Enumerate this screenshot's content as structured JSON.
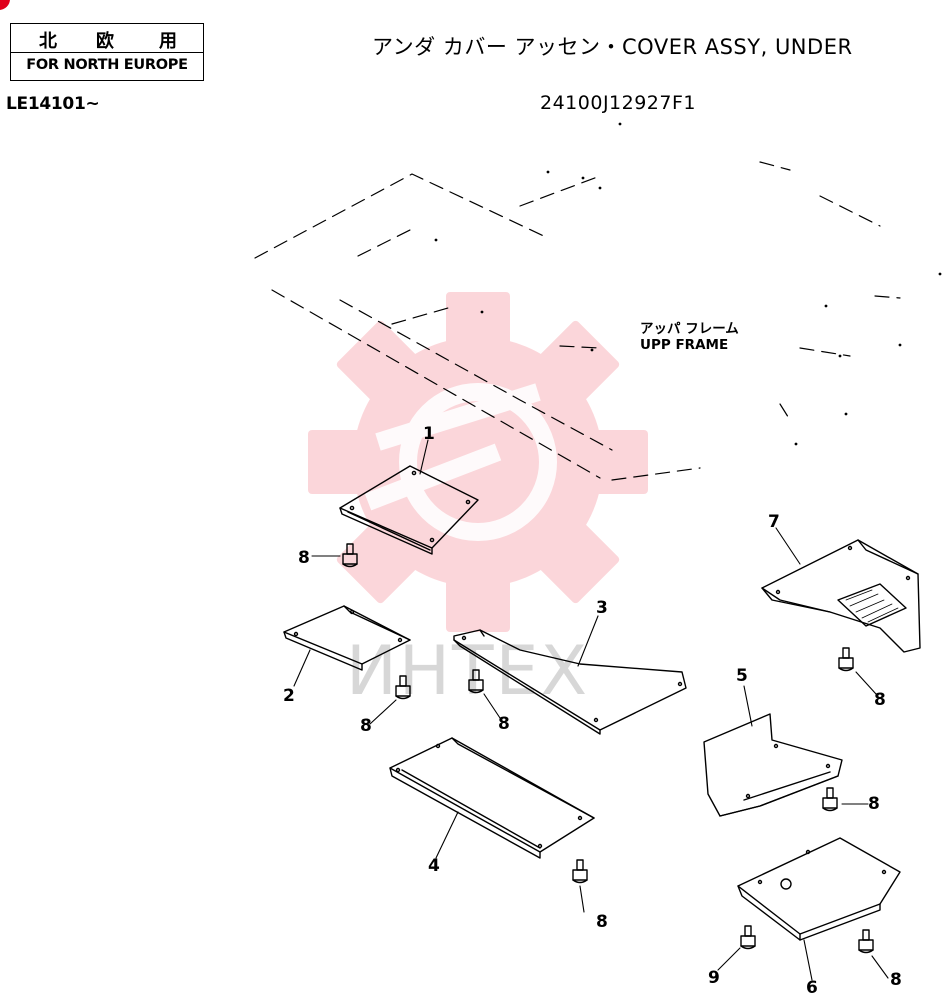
{
  "header": {
    "region_jp": [
      "北",
      "欧",
      "用"
    ],
    "region_en": "FOR NORTH EUROPE",
    "serial": "LE14101~",
    "title": "アンダ カバー アッセン・COVER ASSY, UNDER",
    "part_number": "24100J12927F1"
  },
  "diagram": {
    "frame_label_jp": "アッパ フレーム",
    "frame_label_en": "UPP FRAME",
    "callouts": [
      "1",
      "2",
      "3",
      "4",
      "5",
      "6",
      "7",
      "8",
      "8",
      "8",
      "8",
      "8",
      "8",
      "8",
      "9"
    ],
    "watermark_text": "ИНТЕХ"
  },
  "colors": {
    "line": "#000000",
    "watermark_red": "#f04a5a",
    "badge_red": "#e0001b"
  }
}
